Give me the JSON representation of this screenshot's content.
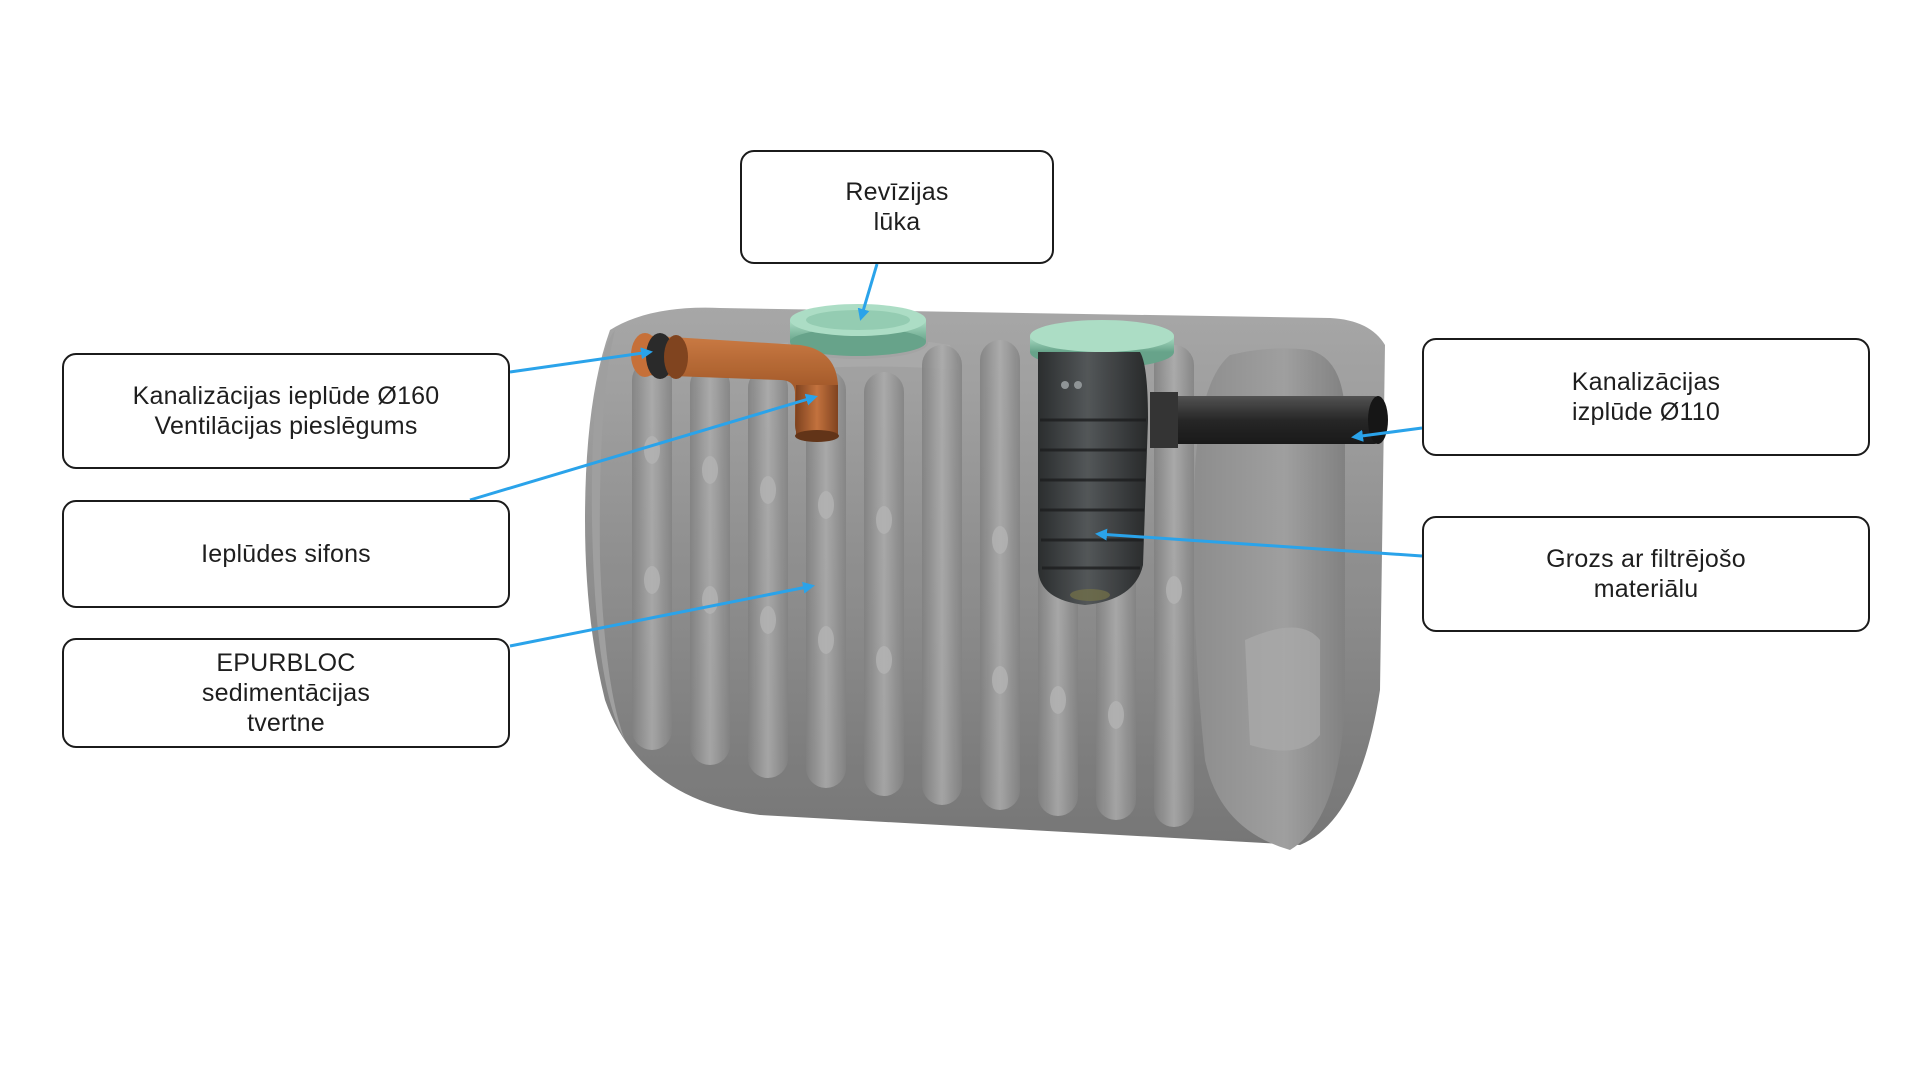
{
  "colors": {
    "arrow": "#2aa3ea",
    "box_border": "#1b1b1b",
    "tank_body": "#8a8a8a",
    "inlet_pipe": "#a0521f",
    "hatch_lid": "#7fbfa2",
    "filter_basket": "#2f3233",
    "outlet_pipe": "#1c1c1c"
  },
  "callouts": {
    "revision_hatch": {
      "lines": [
        "Revīzijas",
        "lūka"
      ]
    },
    "inlet": {
      "lines": [
        "Kanalizācijas ieplūde Ø160",
        "Ventilācijas pieslēgums"
      ]
    },
    "siphon": {
      "lines": [
        "Ieplūdes sifons"
      ]
    },
    "tank": {
      "lines": [
        "EPURBLOC",
        "sedimentācijas",
        "tvertne"
      ]
    },
    "outlet": {
      "lines": [
        "Kanalizācijas",
        "izplūde Ø110"
      ]
    },
    "filter_basket": {
      "lines": [
        "Grozs ar filtrējošo",
        "materiālu"
      ]
    }
  },
  "icons": {
    "tank": "septic-tank-illustration",
    "inlet_pipe": "inlet-elbow-pipe",
    "hatch": "revision-hatch-lid",
    "basket": "filter-basket",
    "outlet_pipe": "outlet-pipe"
  }
}
